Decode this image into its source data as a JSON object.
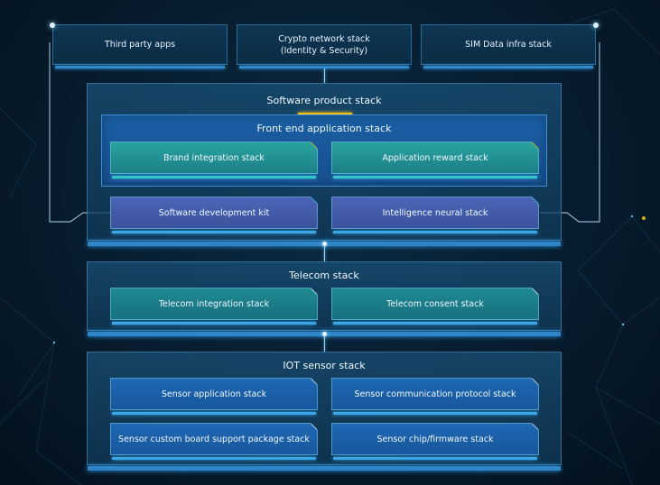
{
  "top_boxes": [
    {
      "label": "Third party apps"
    },
    {
      "label": "Crypto network stack",
      "label2": "(Identity & Security)"
    },
    {
      "label": "SIM Data infra stack"
    }
  ],
  "software_stack": {
    "title": "Software product stack",
    "front_end": {
      "title": "Front end application stack",
      "tiles": [
        "Brand integration stack",
        "Application reward stack"
      ]
    },
    "tiles": [
      "Software development kit",
      "Intelligence neural stack"
    ]
  },
  "telecom_stack": {
    "title": "Telecom stack",
    "tiles": [
      "Telecom integration stack",
      "Telecom consent stack"
    ]
  },
  "iot_stack": {
    "title": "IOT sensor stack",
    "tiles": [
      "Sensor application stack",
      "Sensor communication protocol stack",
      "Sensor custom board support package stack",
      "Sensor chip/firmware stack"
    ]
  },
  "colors": {
    "accent_gold": "#f2c013",
    "accent_cyan": "#3fd2e6",
    "background": "#071c2e"
  }
}
